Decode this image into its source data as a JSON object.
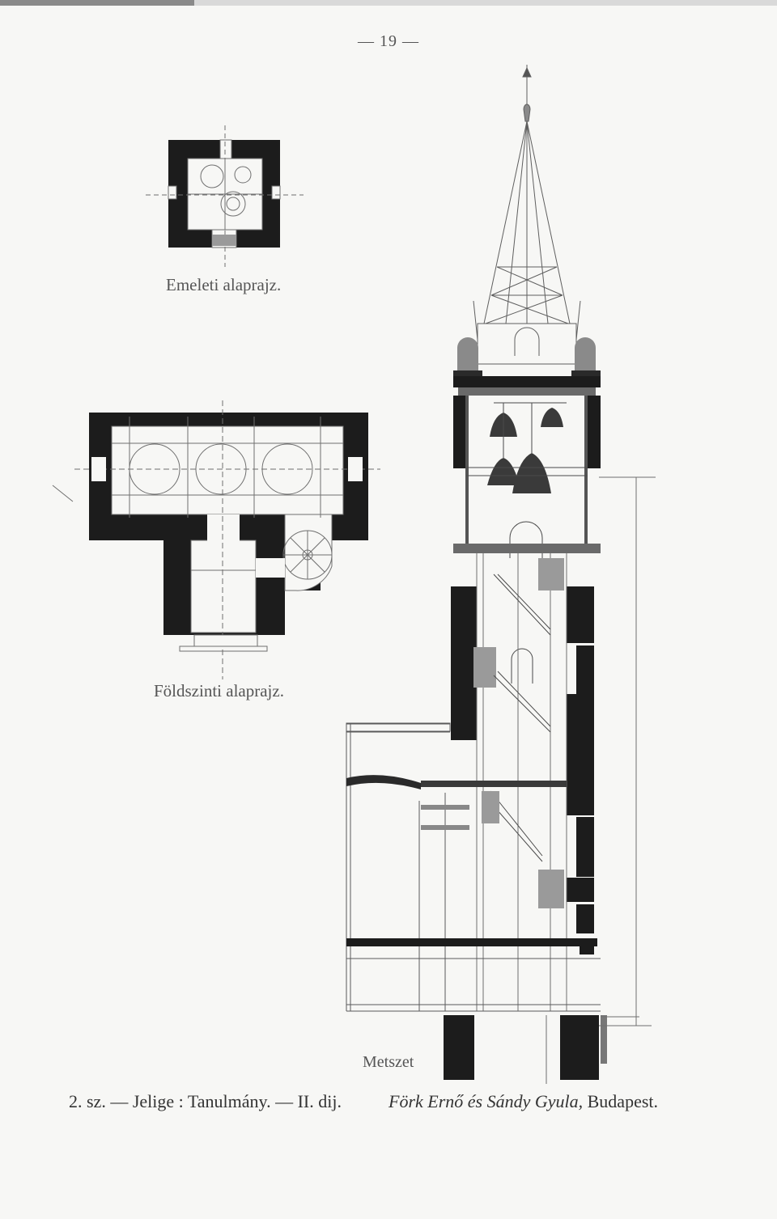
{
  "page": {
    "number": "— 19 —"
  },
  "captions": {
    "upper_plan": "Emeleti alaprajz.",
    "ground_plan": "Földszinti alaprajz.",
    "section": "Metszet"
  },
  "footer": {
    "entry": "2. sz. — Jelige : Tanulmány. — II. dij.",
    "authors": "Förk Ernő és Sándy Gyula,",
    "city": "Budapest."
  },
  "colors": {
    "paper": "#f7f7f5",
    "ink": "#1c1c1c",
    "line": "#6f6f6f"
  }
}
